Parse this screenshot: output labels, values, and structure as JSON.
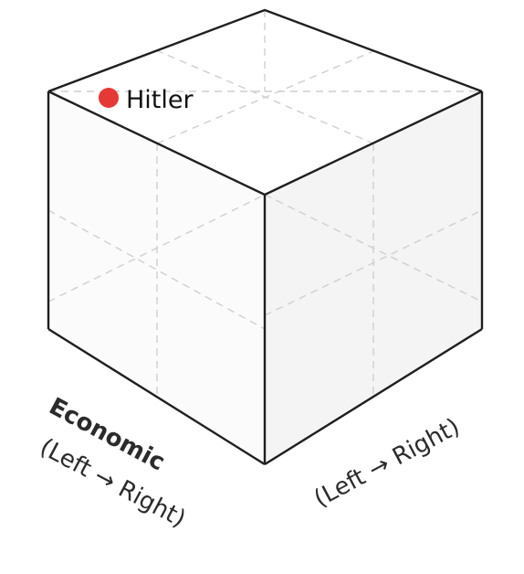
{
  "diagram": {
    "points": [
      {
        "label": "Hitler",
        "color": "#e53935"
      }
    ],
    "axes": {
      "left_axis": {
        "title": "Economic",
        "subtitle": "(Left → Right)"
      },
      "right_axis": {
        "subtitle": "(Left → Right)"
      }
    },
    "colors": {
      "edge": "#1f1f1f",
      "grid": "#cfcfcf",
      "top_face": "#ffffff",
      "left_face": "#fbfbfb",
      "right_face": "#f4f4f4"
    }
  }
}
